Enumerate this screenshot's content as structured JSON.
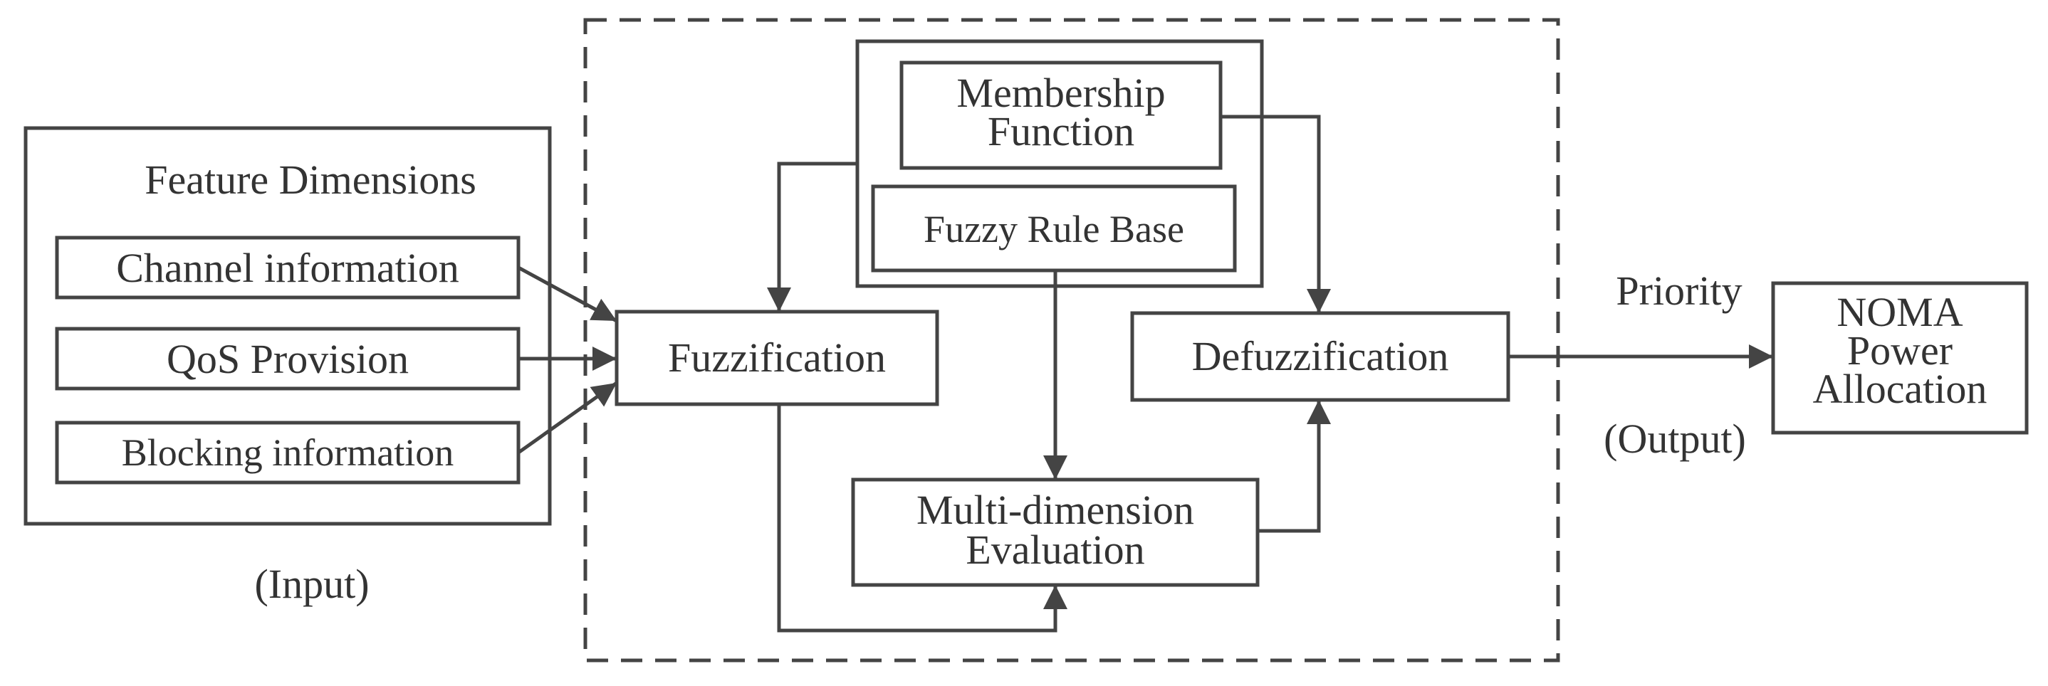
{
  "input": {
    "title": "Feature Dimensions",
    "features": [
      "Channel information",
      "QoS Provision",
      "Blocking information"
    ],
    "caption": "(Input)"
  },
  "fuzzy_system": {
    "membership_line1": "Membership",
    "membership_line2": "Function",
    "rule_base": "Fuzzy Rule Base",
    "fuzzification": "Fuzzification",
    "defuzzification": "Defuzzification",
    "evaluation_line1": "Multi-dimension",
    "evaluation_line2": "Evaluation"
  },
  "output": {
    "priority": "Priority",
    "caption": "(Output)",
    "target_line1": "NOMA",
    "target_line2": "Power",
    "target_line3": "Allocation"
  },
  "colors": {
    "stroke": "#444444",
    "text": "#333333"
  }
}
